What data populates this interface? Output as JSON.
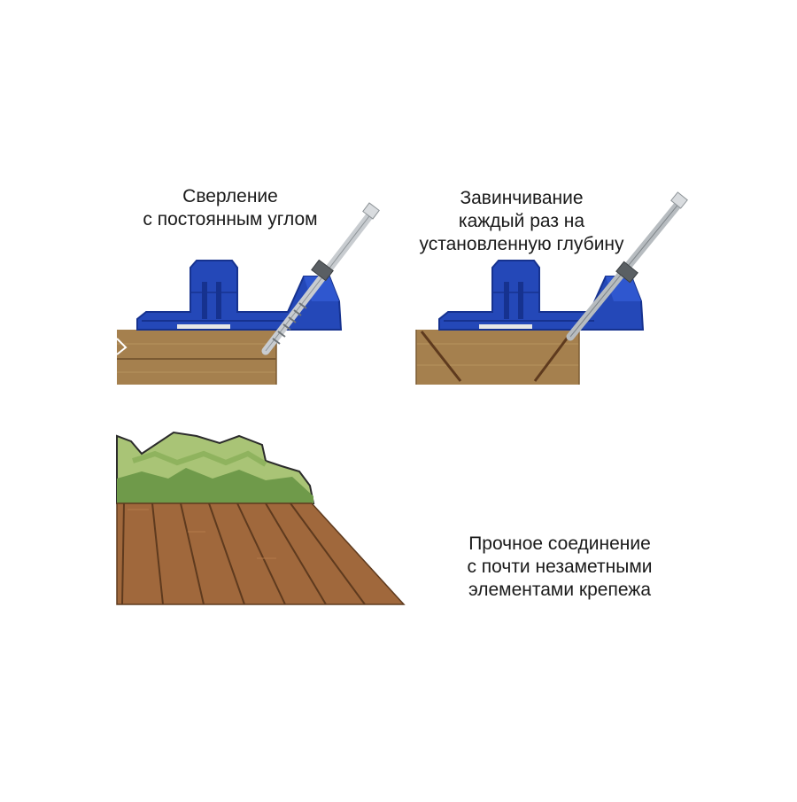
{
  "panels": {
    "drilling": {
      "caption_lines": [
        "Сверление",
        "с постоянным углом"
      ]
    },
    "screwing": {
      "caption_lines": [
        "Завинчивание",
        "каждый раз на",
        "установленную глубину"
      ]
    },
    "result": {
      "caption_lines": [
        "Прочное соединение",
        "с почти незаметными",
        "элементами крепежа"
      ]
    }
  },
  "colors": {
    "jig_blue": "#2448b8",
    "jig_dark": "#16328f",
    "wood": "#a5804e",
    "wood_dark": "#7a5a32",
    "deck": "#a0683c",
    "deck_gap": "#5e3a1e",
    "bush_light": "#a9c476",
    "bush_dark": "#6f9a4a",
    "steel": "#cfd3d6"
  }
}
